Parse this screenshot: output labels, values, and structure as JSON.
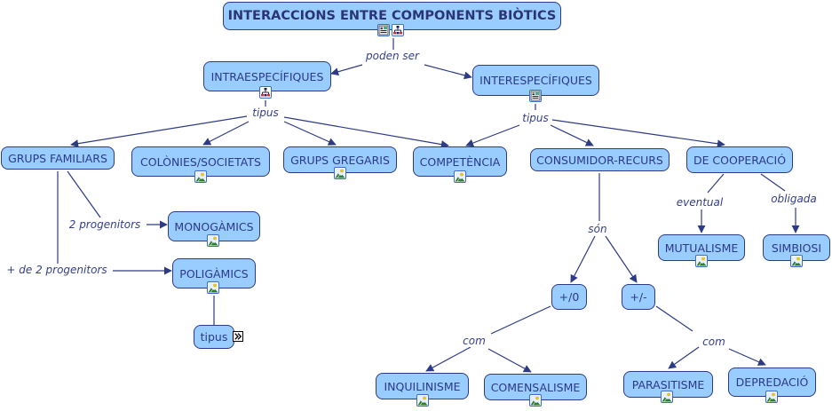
{
  "title": "INTERACCIONS ENTRE COMPONENTS BIÒTICS",
  "colors": {
    "node_fill": "#99ccff",
    "node_border": "#2d3a85",
    "line": "#2d3a85",
    "link_text": "#333f8a"
  },
  "nodes": {
    "intra": "INTRAESPECÍFIQUES",
    "inter": "INTERESPECÍFIQUES",
    "grups_familiars": "GRUPS FAMILIARS",
    "colonies": "COLÒNIES/SOCIETATS",
    "gregaris": "GRUPS GREGARIS",
    "competencia": "COMPETÈNCIA",
    "consumidor": "CONSUMIDOR-RECURS",
    "cooperacio": "DE COOPERACIÓ",
    "monogamics": "MONOGÀMICS",
    "poligamics": "POLIGÀMICS",
    "tipus_node": "tipus",
    "mutualisme": "MUTUALISME",
    "simbiosi": "SIMBIOSI",
    "plus_zero": "+/0",
    "plus_minus": "+/-",
    "inquilinisme": "INQUILINISME",
    "comensalisme": "COMENSALISME",
    "parasitisme": "PARASITISME",
    "depredacio": "DEPREDACIÓ"
  },
  "links": {
    "poden_ser": "poden ser",
    "tipus_intra": "tipus",
    "tipus_inter": "tipus",
    "dos_progenitors": "2 progenitors",
    "mes_de_dos": "+ de 2 progenitors",
    "eventual": "eventual",
    "obligada": "obligada",
    "son": "són",
    "com_left": "com",
    "com_right": "com"
  },
  "icons": {
    "document": "document-image-icon",
    "concept_map": "concept-map-icon",
    "image": "image-icon",
    "expand": "expand-icon"
  }
}
